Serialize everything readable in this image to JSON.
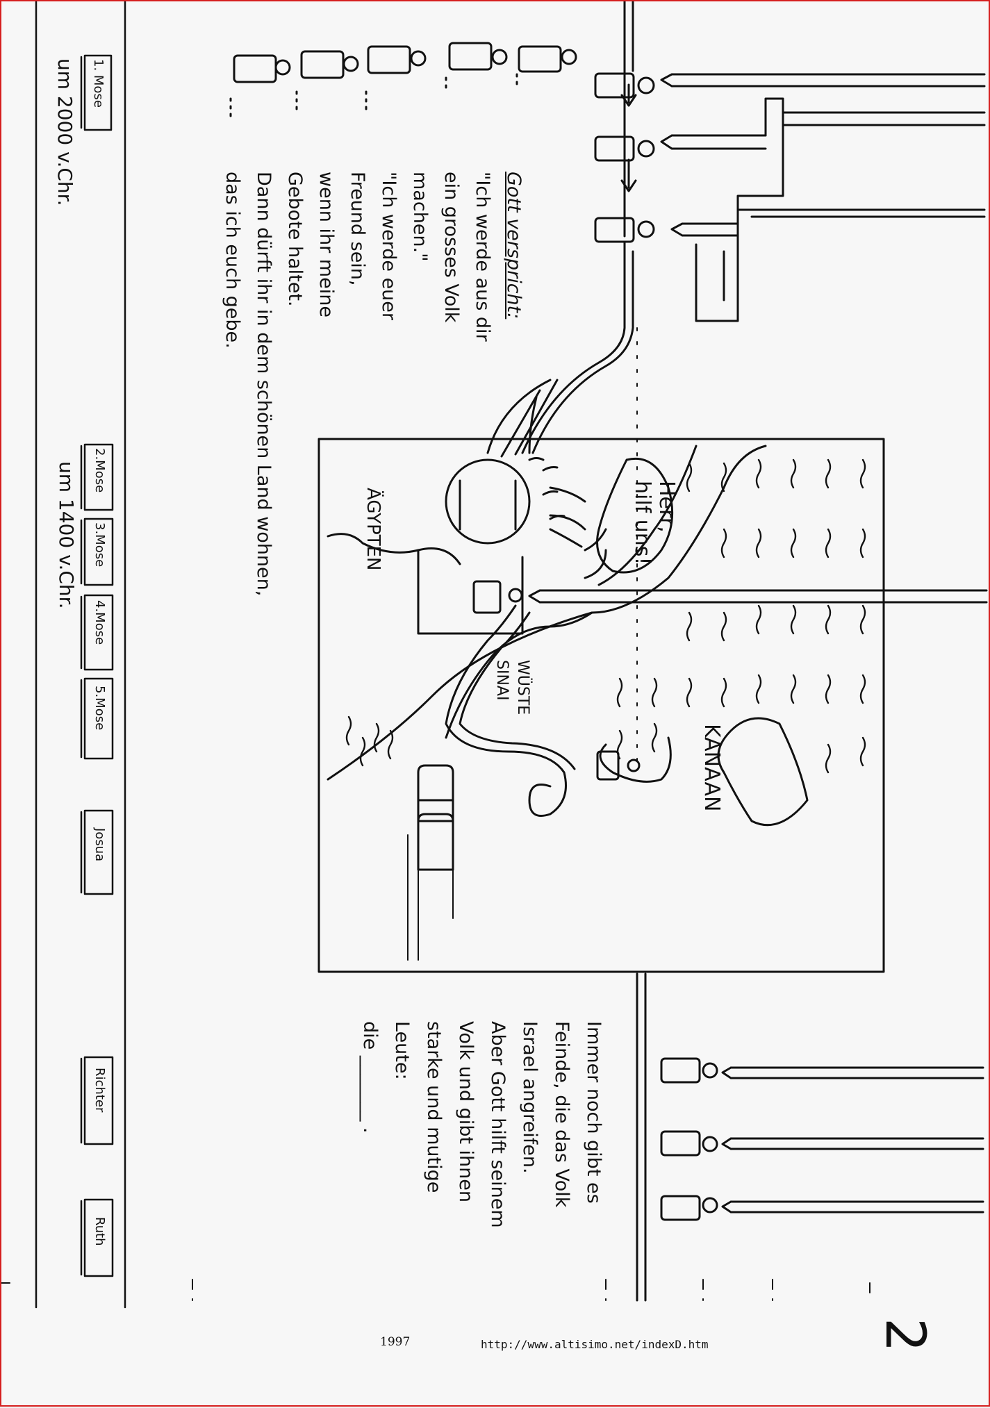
{
  "promise": {
    "title": "Gott verspricht:",
    "lines": [
      "\"Ich werde aus dir",
      "ein grosses Volk",
      "machen.\"",
      "\"Ich werde euer",
      "Freund sein,",
      "wenn ihr meine",
      "Gebote haltet.",
      "Dann dürft ihr in dem schönen Land wohnen,",
      "das ich euch gebe."
    ]
  },
  "map": {
    "speech": [
      "Herr,",
      "hilf uns!"
    ],
    "kanaan": "KANAAN",
    "wueste": [
      "WÜSTE",
      "SINAI"
    ],
    "aegypten": "ÄGYPTEN"
  },
  "feinde": {
    "lines": [
      "Immer noch gibt es",
      "Feinde, die das Volk",
      "Israel angreifen.",
      "Aber Gott hilft seinem",
      "Volk und gibt ihnen",
      "starke und mutige",
      "Leute:",
      "die _______ ."
    ]
  },
  "timeline": {
    "date1": "um 2000 v.Chr.",
    "date2": "um 1400 v.Chr.",
    "books": [
      "1. Mose",
      "2.Mose",
      "3.Mose",
      "4.Mose",
      "5.Mose",
      "Josua",
      "Richter",
      "Ruth"
    ]
  },
  "footer": {
    "year": "1997",
    "url": "http://www.altisimo.net/indexD.htm"
  },
  "page_number": "2"
}
